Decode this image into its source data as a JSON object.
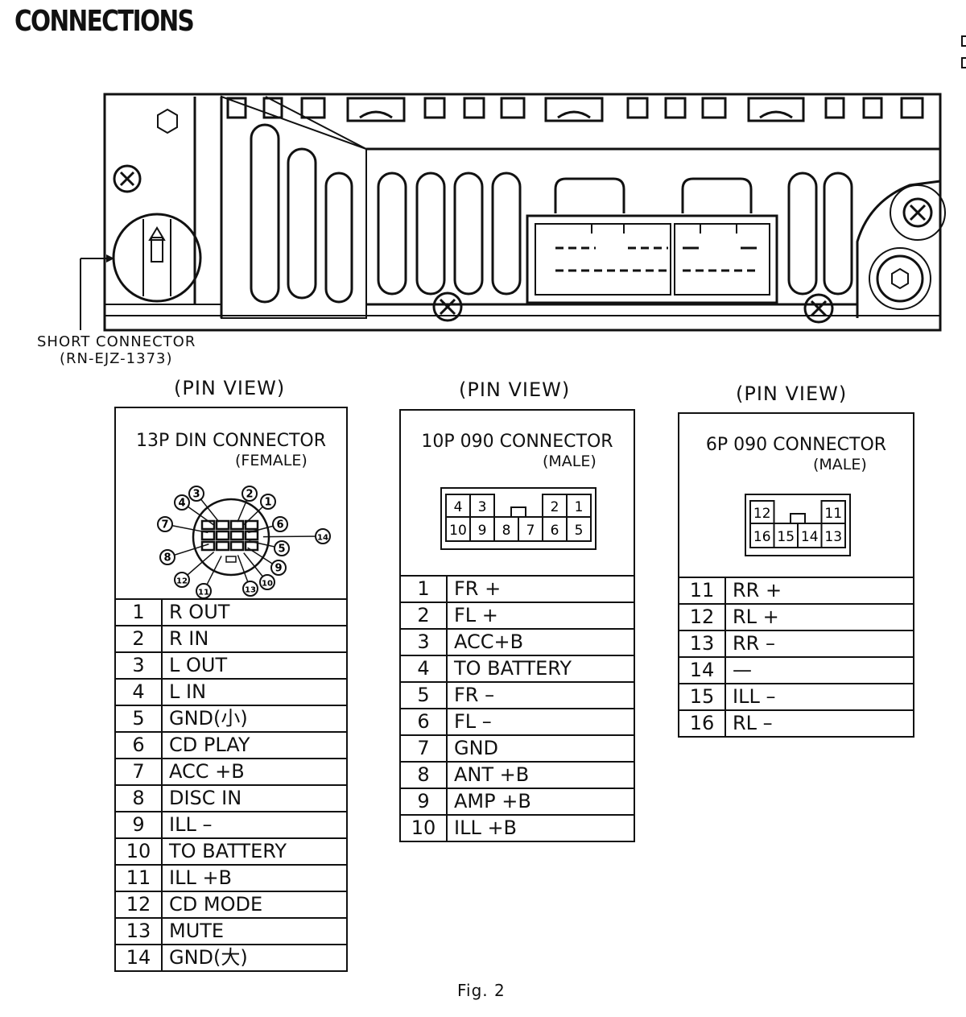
{
  "title": "CONNECTIONS",
  "short_connector": {
    "line1": "SHORT CONNECTOR",
    "line2": "(RN-EJZ-1373)"
  },
  "pin_view_label": "(PIN VIEW)",
  "din13": {
    "title": "13P DIN CONNECTOR",
    "sub": "(FEMALE)",
    "diagram_pins": [
      "1",
      "2",
      "3",
      "4",
      "5",
      "6",
      "7",
      "8",
      "9",
      "10",
      "11",
      "12",
      "13",
      "14"
    ],
    "rows": [
      {
        "n": "1",
        "f": "R OUT"
      },
      {
        "n": "2",
        "f": "R IN"
      },
      {
        "n": "3",
        "f": "L OUT"
      },
      {
        "n": "4",
        "f": "L IN"
      },
      {
        "n": "5",
        "f": "GND(小)"
      },
      {
        "n": "6",
        "f": "CD PLAY"
      },
      {
        "n": "7",
        "f": "ACC +B"
      },
      {
        "n": "8",
        "f": "DISC IN"
      },
      {
        "n": "9",
        "f": "ILL –"
      },
      {
        "n": "10",
        "f": "TO BATTERY"
      },
      {
        "n": "11",
        "f": "ILL +B"
      },
      {
        "n": "12",
        "f": "CD MODE"
      },
      {
        "n": "13",
        "f": "MUTE"
      },
      {
        "n": "14",
        "f": "GND(大)"
      }
    ]
  },
  "p10": {
    "title": "10P 090 CONNECTOR",
    "sub": "(MALE)",
    "top_pins": [
      "4",
      "3",
      "2",
      "1"
    ],
    "bottom_pins": [
      "10",
      "9",
      "8",
      "7",
      "6",
      "5"
    ],
    "rows": [
      {
        "n": "1",
        "f": "FR +"
      },
      {
        "n": "2",
        "f": "FL +"
      },
      {
        "n": "3",
        "f": "ACC+B"
      },
      {
        "n": "4",
        "f": "TO BATTERY"
      },
      {
        "n": "5",
        "f": "FR –"
      },
      {
        "n": "6",
        "f": "FL –"
      },
      {
        "n": "7",
        "f": "GND"
      },
      {
        "n": "8",
        "f": "ANT +B"
      },
      {
        "n": "9",
        "f": "AMP +B"
      },
      {
        "n": "10",
        "f": "ILL +B"
      }
    ]
  },
  "p6": {
    "title": "6P 090 CONNECTOR",
    "sub": "(MALE)",
    "top_pins": [
      "12",
      "11"
    ],
    "bottom_pins": [
      "16",
      "15",
      "14",
      "13"
    ],
    "rows": [
      {
        "n": "11",
        "f": "RR +"
      },
      {
        "n": "12",
        "f": "RL +"
      },
      {
        "n": "13",
        "f": "RR –"
      },
      {
        "n": "14",
        "f": "—"
      },
      {
        "n": "15",
        "f": "ILL –"
      },
      {
        "n": "16",
        "f": "RL –"
      }
    ]
  },
  "figure_label": "Fig. 2"
}
